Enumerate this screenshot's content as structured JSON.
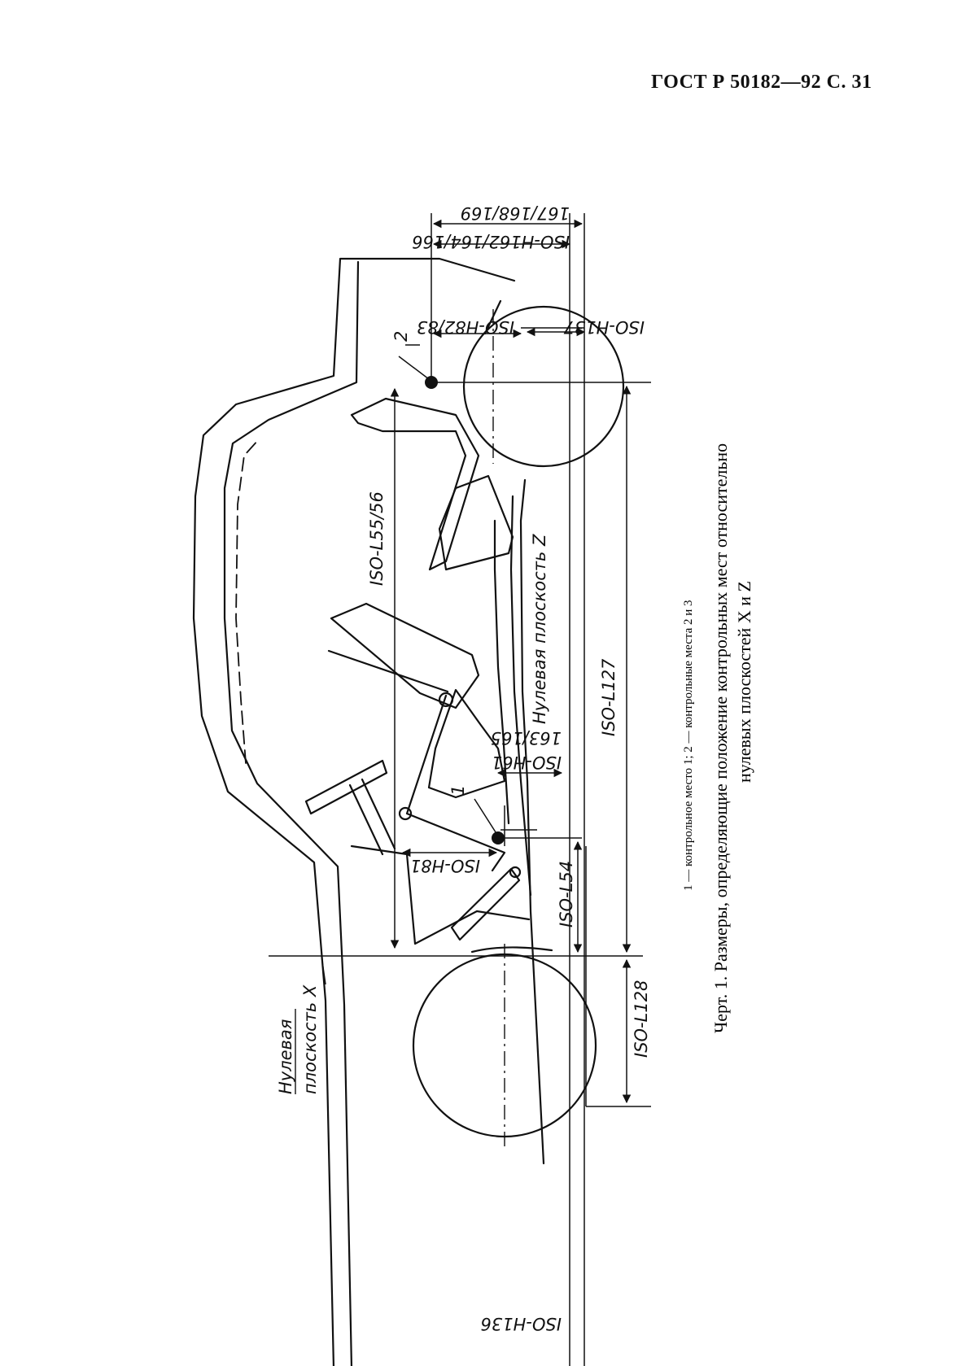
{
  "header": {
    "text": "ГОСТ Р 50182—92 С. 31"
  },
  "figure": {
    "dimensions": {
      "isoH136": "ISO-H136",
      "isoL128": "ISO-L128",
      "isoL54": "ISO-L54",
      "isoH81": "ISO-H81",
      "isoH61": "ISO-H61",
      "d163_165": "163/165",
      "isoL127": "ISO-L127",
      "isoL55_56": "ISO-L55/56",
      "isoH82_83": "ISO-H82/83",
      "isoH137": "ISO-H137",
      "isoH162": "ISO-H162/164/166",
      "d167": "167/168/169"
    },
    "points": {
      "p1": "1",
      "p2": "2"
    },
    "planes": {
      "x_line1": "Нулевая",
      "x_line2": "плоскость X",
      "z_label": "Нулевая плоскость Z"
    }
  },
  "caption": {
    "note": "1 — контрольное место 1; 2 — контрольные места 2 и 3",
    "title_line1": "Черт. 1. Размеры, определяющие положение контрольных мест относительно",
    "title_line2": "нулевых плоскостей X и Z"
  }
}
